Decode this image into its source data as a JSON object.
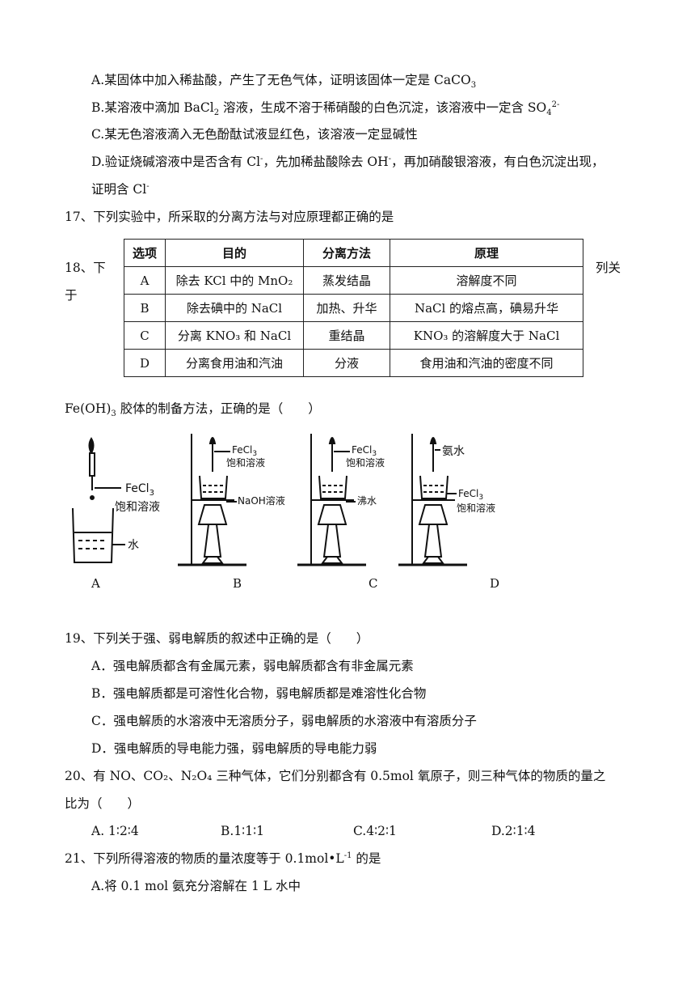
{
  "q16_options": {
    "A": "A.某固体中加入稀盐酸，产生了无色气体，证明该固体一定是 CaCO",
    "A_sub": "3",
    "B_pre": "B.某溶液中滴加 BaCl",
    "B_sub": "2",
    "B_post": " 溶液，生成不溶于稀硝酸的白色沉淀，该溶液中一定含 SO",
    "B_sub2": "4",
    "B_sup": "2-",
    "C": "C.某无色溶液滴入无色酚酞试液显红色，该溶液一定显碱性",
    "D_pre": "D.验证烧碱溶液中是否含有 Cl",
    "D_sup1": "-",
    "D_mid": "，先加稀盐酸除去 OH",
    "D_sup2": "-",
    "D_post": "，再加硝酸银溶液，有白色沉淀出现，",
    "D_line2": "证明含 Cl",
    "D_sup3": "-"
  },
  "q17": {
    "stem": "17、下列实验中，所采取的分离方法与对应原理都正确的是"
  },
  "q18": {
    "left_frag1": "18、下",
    "left_frag2": "于",
    "right_frag": "列关",
    "stem_pre": "Fe(OH)",
    "stem_sub": "3",
    "stem_post": " 胶体的制备方法，正确的是（　　）",
    "labels": [
      "A",
      "B",
      "C",
      "D"
    ],
    "fig": {
      "fecl3": "FeCl",
      "fecl3_sub": "3",
      "saturated": "饱和溶液",
      "water": "水",
      "naoh": "NaOH溶液",
      "boiling": "沸水",
      "ammonia": "氨水"
    }
  },
  "table": {
    "headers": [
      "选项",
      "目的",
      "分离方法",
      "原理"
    ],
    "rows": [
      [
        "A",
        "除去 KCl 中的 MnO₂",
        "蒸发结晶",
        "溶解度不同"
      ],
      [
        "B",
        "除去碘中的 NaCl",
        "加热、升华",
        "NaCl 的熔点高，碘易升华"
      ],
      [
        "C",
        "分离 KNO₃ 和 NaCl",
        "重结晶",
        "KNO₃ 的溶解度大于 NaCl"
      ],
      [
        "D",
        "分离食用油和汽油",
        "分液",
        "食用油和汽油的密度不同"
      ]
    ]
  },
  "q19": {
    "stem": "19、下列关于强、弱电解质的叙述中正确的是（　　）",
    "A": "A．强电解质都含有金属元素，弱电解质都含有非金属元素",
    "B": "B．强电解质都是可溶性化合物，弱电解质都是难溶性化合物",
    "C": "C．强电解质的水溶液中无溶质分子，弱电解质的水溶液中有溶质分子",
    "D": "D．强电解质的导电能力强，弱电解质的导电能力弱"
  },
  "q20": {
    "stem_line1": "20、有 NO、CO₂、N₂O₄ 三种气体，它们分别都含有 0.5mol 氧原子，则三种气体的物质的量之",
    "stem_line2": "比为（　　）",
    "A": "A. 1∶2∶4",
    "B": "B.1∶1∶1",
    "C": "C.4∶2∶1",
    "D": "D.2∶1∶4"
  },
  "q21": {
    "stem_pre": "21、下列所得溶液的物质的量浓度等于 0.1mol•L",
    "stem_sup": "-1",
    "stem_post": " 的是",
    "A": "A.将 0.1 mol 氨充分溶解在 1 L 水中"
  }
}
